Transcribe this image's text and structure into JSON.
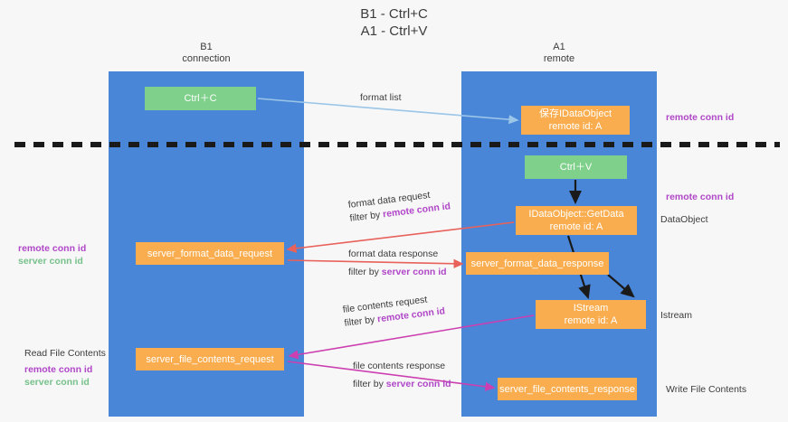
{
  "title": "B1 - Ctrl+C\nA1 - Ctrl+V",
  "columns": {
    "left": "B1\nconnection",
    "right": "A1\nremote"
  },
  "nodes": {
    "ctrl_c": "Ctrl＋C",
    "ctrl_v": "Ctrl＋V",
    "save_idataobject_l1": "保存IDataObject",
    "save_idataobject_l2": "remote id: A",
    "getdata_l1": "IDataObject::GetData",
    "getdata_l2": "remote id: A",
    "istream_l1": "IStream",
    "istream_l2": "remote id: A",
    "server_format_data_request": "server_format_data_request",
    "server_format_data_response": "server_format_data_response",
    "server_file_contents_request": "server_file_contents_request",
    "server_file_contents_response": "server_file_contents_response"
  },
  "edges": {
    "format_list": "format list",
    "format_data_request": "format data request",
    "format_data_request_filter_prefix": "filter by ",
    "format_data_request_filter_key": "remote conn id",
    "format_data_response": "format data response",
    "format_data_response_filter_prefix": "filter by ",
    "format_data_response_filter_key": "server conn id",
    "file_contents_request": "file contents request",
    "file_contents_request_filter_prefix": "filter by ",
    "file_contents_request_filter_key": "remote conn id",
    "file_contents_response": "file contents response",
    "file_contents_response_filter_prefix": "filter by ",
    "file_contents_response_filter_key": "server conn id"
  },
  "annotations": {
    "remote_conn_id_top": "remote conn id",
    "remote_conn_id_mid": "remote conn id",
    "dataobject": "DataObject",
    "istream": "Istream",
    "write_file_contents": "Write File Contents",
    "read_file_contents": "Read File Contents",
    "left_remote_conn_id": "remote conn id",
    "left_server_conn_id": "server conn id",
    "left_remote_conn_id_2": "remote conn id",
    "left_server_conn_id_2": "server conn id"
  },
  "colors": {
    "lane": "#4a86d8",
    "green_node": "#7ed08a",
    "orange_node": "#f9ad4e",
    "remote_conn_id": "#b046c8",
    "server_conn_id": "#76c08a",
    "red_arrow": "#e8615a",
    "magenta_arrow": "#cc3fb0",
    "blue_arrow": "#9bc6e8",
    "black_arrow": "#1a1a1a",
    "divider": "#1a1a1a",
    "background": "#f7f7f7"
  }
}
